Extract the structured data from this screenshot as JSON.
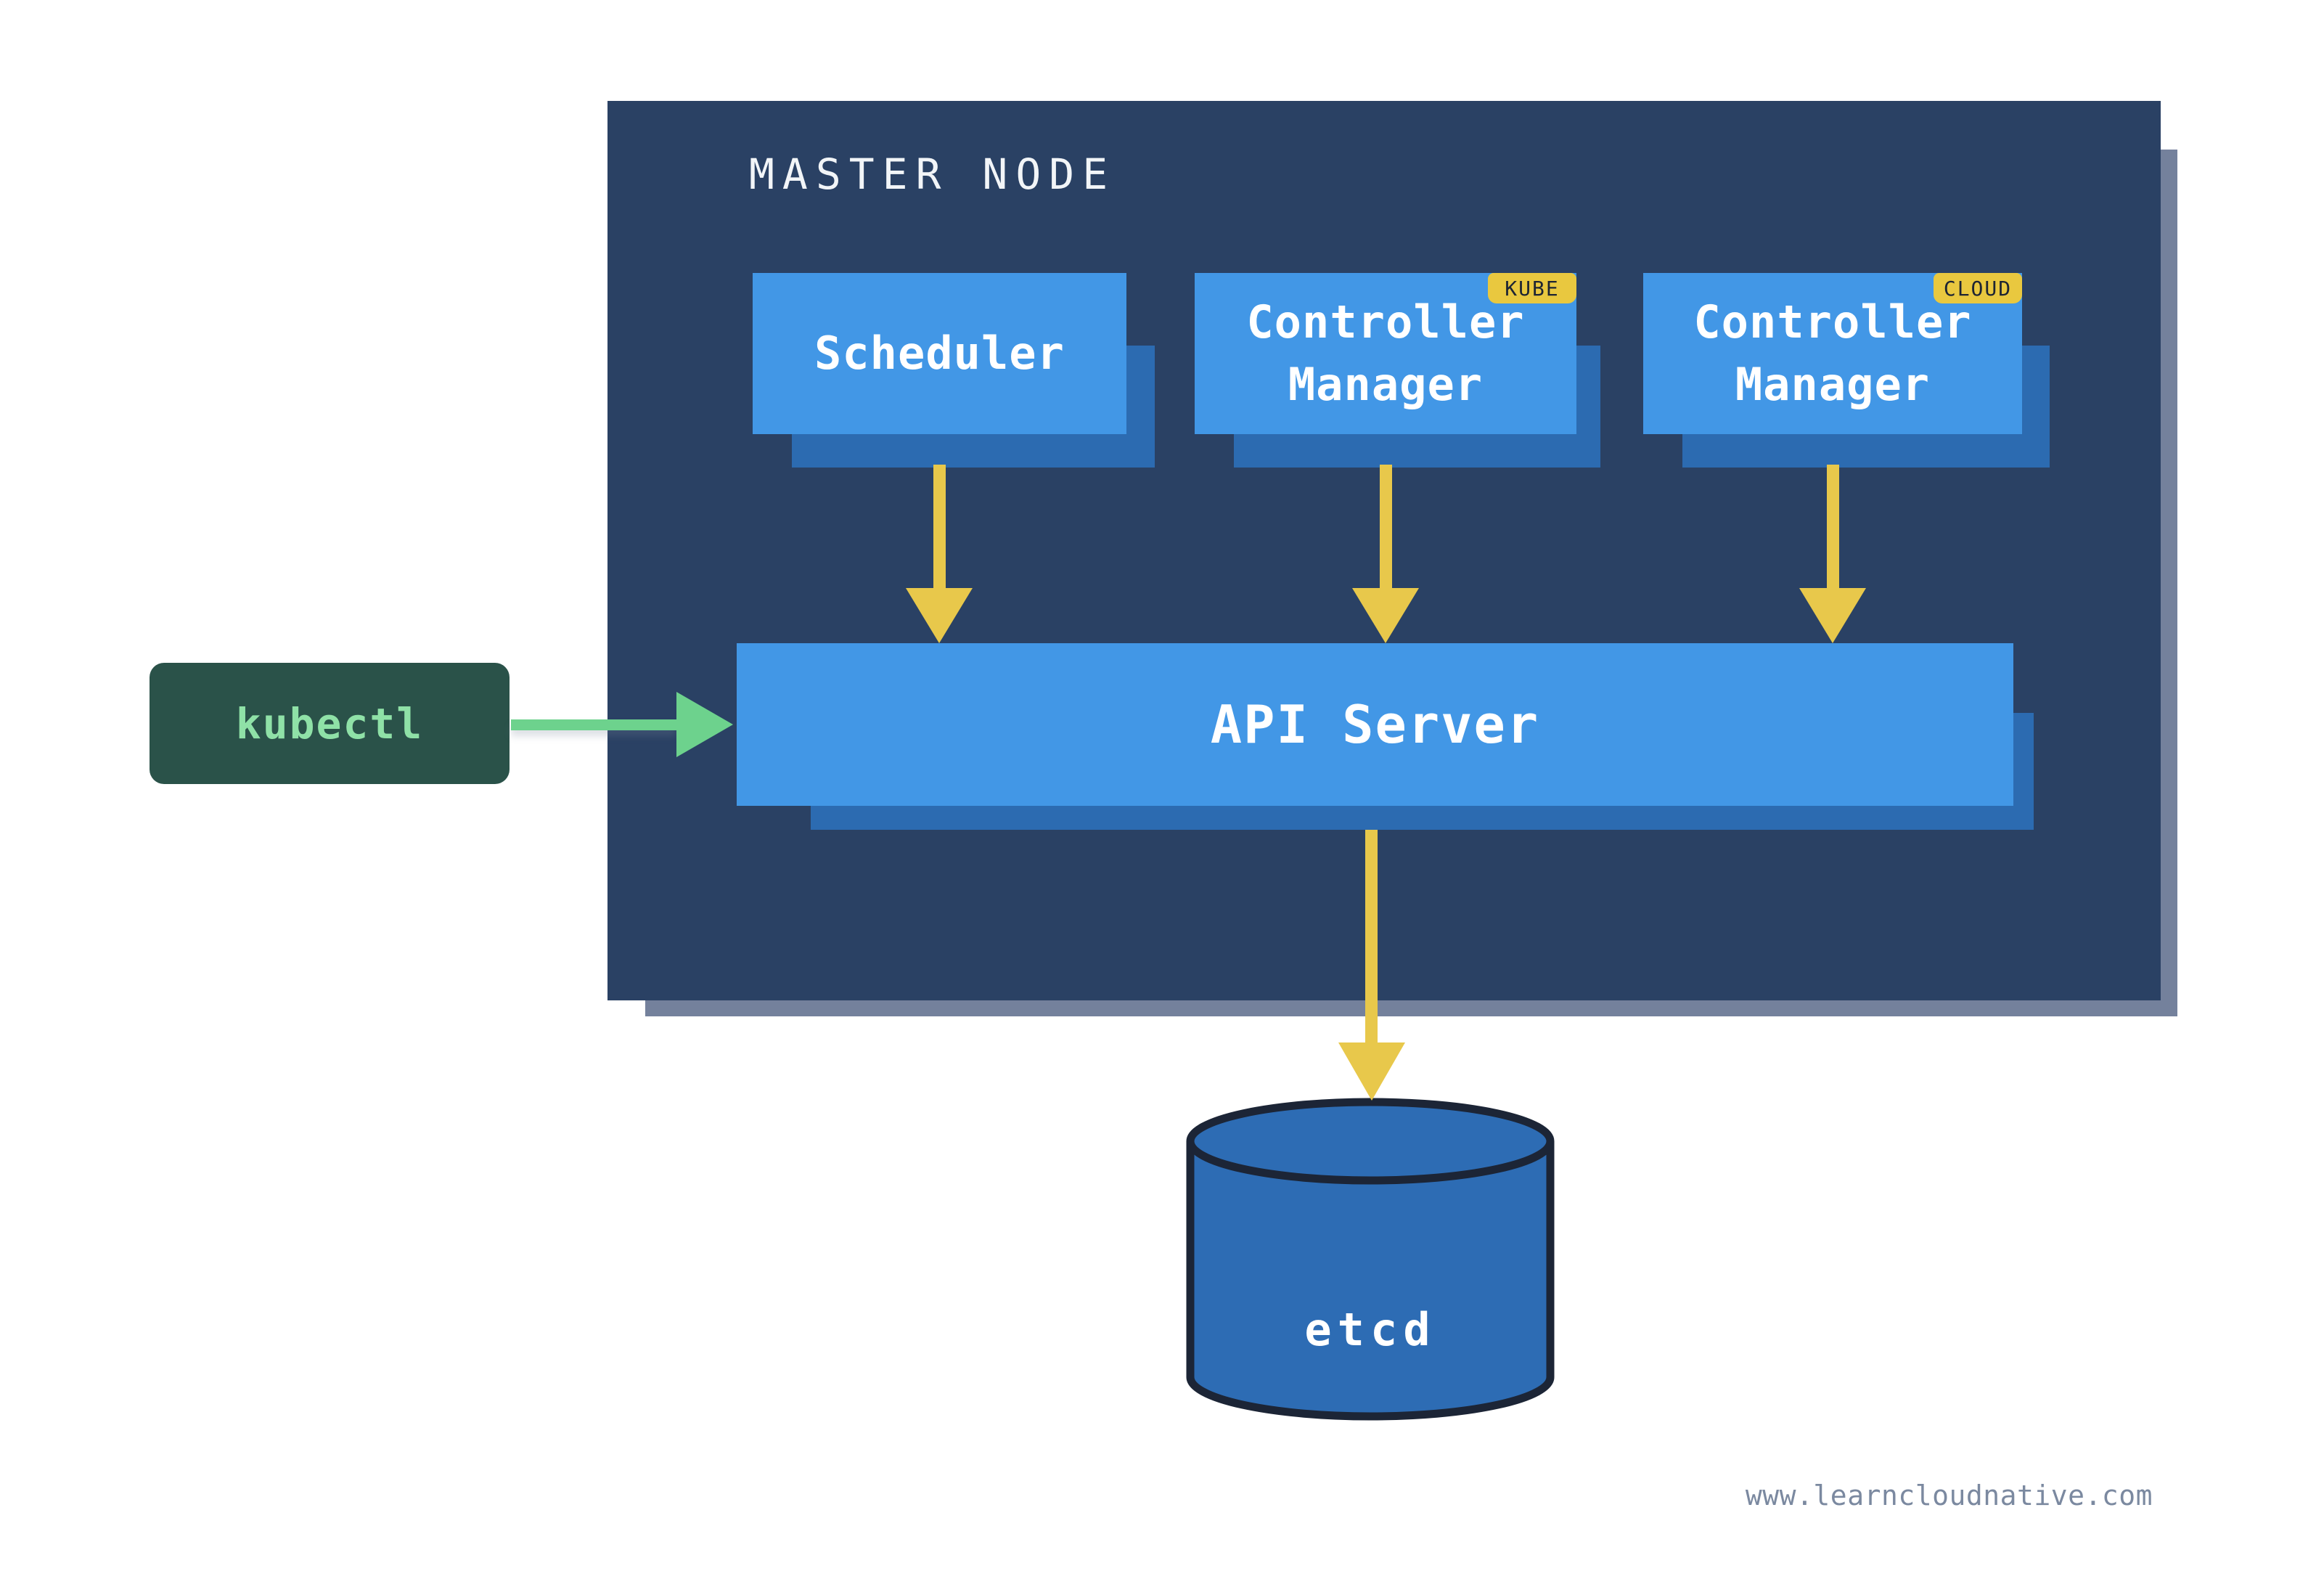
{
  "master_node": {
    "title": "MASTER NODE"
  },
  "boxes": {
    "scheduler": {
      "label": "Scheduler"
    },
    "controller_manager_kube": {
      "line1": "Controller",
      "line2": "Manager",
      "tag": "KUBE"
    },
    "controller_manager_cloud": {
      "line1": "Controller",
      "line2": "Manager",
      "tag": "CLOUD"
    },
    "api_server": {
      "label": "API Server"
    },
    "kubectl": {
      "label": "kubectl"
    },
    "etcd": {
      "label": "etcd"
    }
  },
  "footer": {
    "website": "www.learncloudnative.com"
  },
  "colors": {
    "background": "#ffffff",
    "master_node_fill": "#2a4164",
    "master_node_shadow": "#74819c",
    "component_box_fill": "#4297e6",
    "component_box_shadow": "#2c6bb1",
    "arrow_yellow": "#e8c84b",
    "tag_yellow": "#e9c83f",
    "tag_text": "#1d2433",
    "arrow_green": "#6dd28d",
    "kubectl_fill": "#2a5249",
    "kubectl_text": "#8fe1a7",
    "etcd_fill": "#2d6cb4",
    "etcd_outline": "#1c2536",
    "label_text": "#ffffff",
    "footer_text": "#7b89a0"
  }
}
